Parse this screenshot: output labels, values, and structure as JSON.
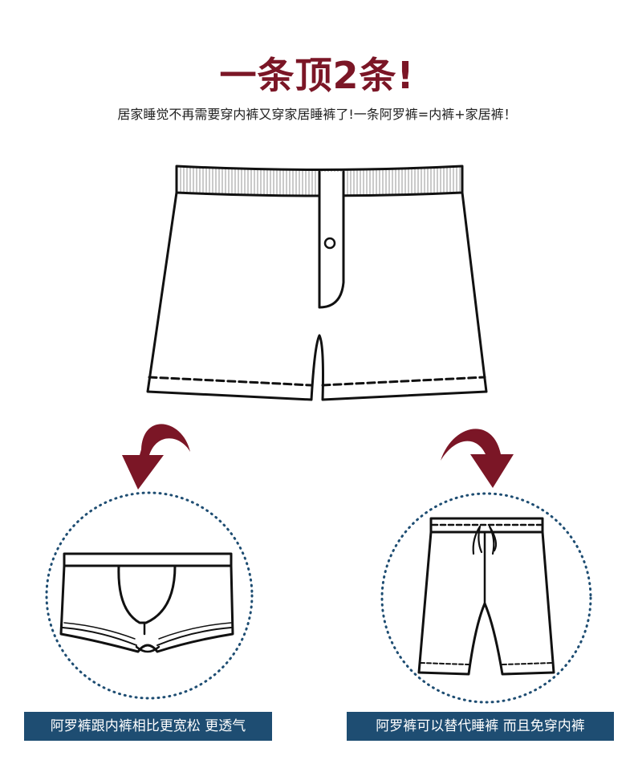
{
  "headline": "一条顶2条!",
  "subline": "居家睡觉不再需要穿内裤又穿家居睡裤了!一条阿罗裤=内裤+家居裤！",
  "illustrations": {
    "main": "boxer-shorts",
    "left": "boxer-briefs",
    "right": "sleep-shorts"
  },
  "captions": {
    "left": "阿罗裤跟内裤相比更宽松 更透气",
    "right": "阿罗裤可以替代睡裤 而且免穿内裤"
  },
  "colors": {
    "headline": "#7b1626",
    "arrow": "#7b1626",
    "caption_bg": "#1e4d72",
    "caption_text": "#ffffff",
    "circle_dots": "#1e4d72",
    "line_art": "#111111"
  }
}
